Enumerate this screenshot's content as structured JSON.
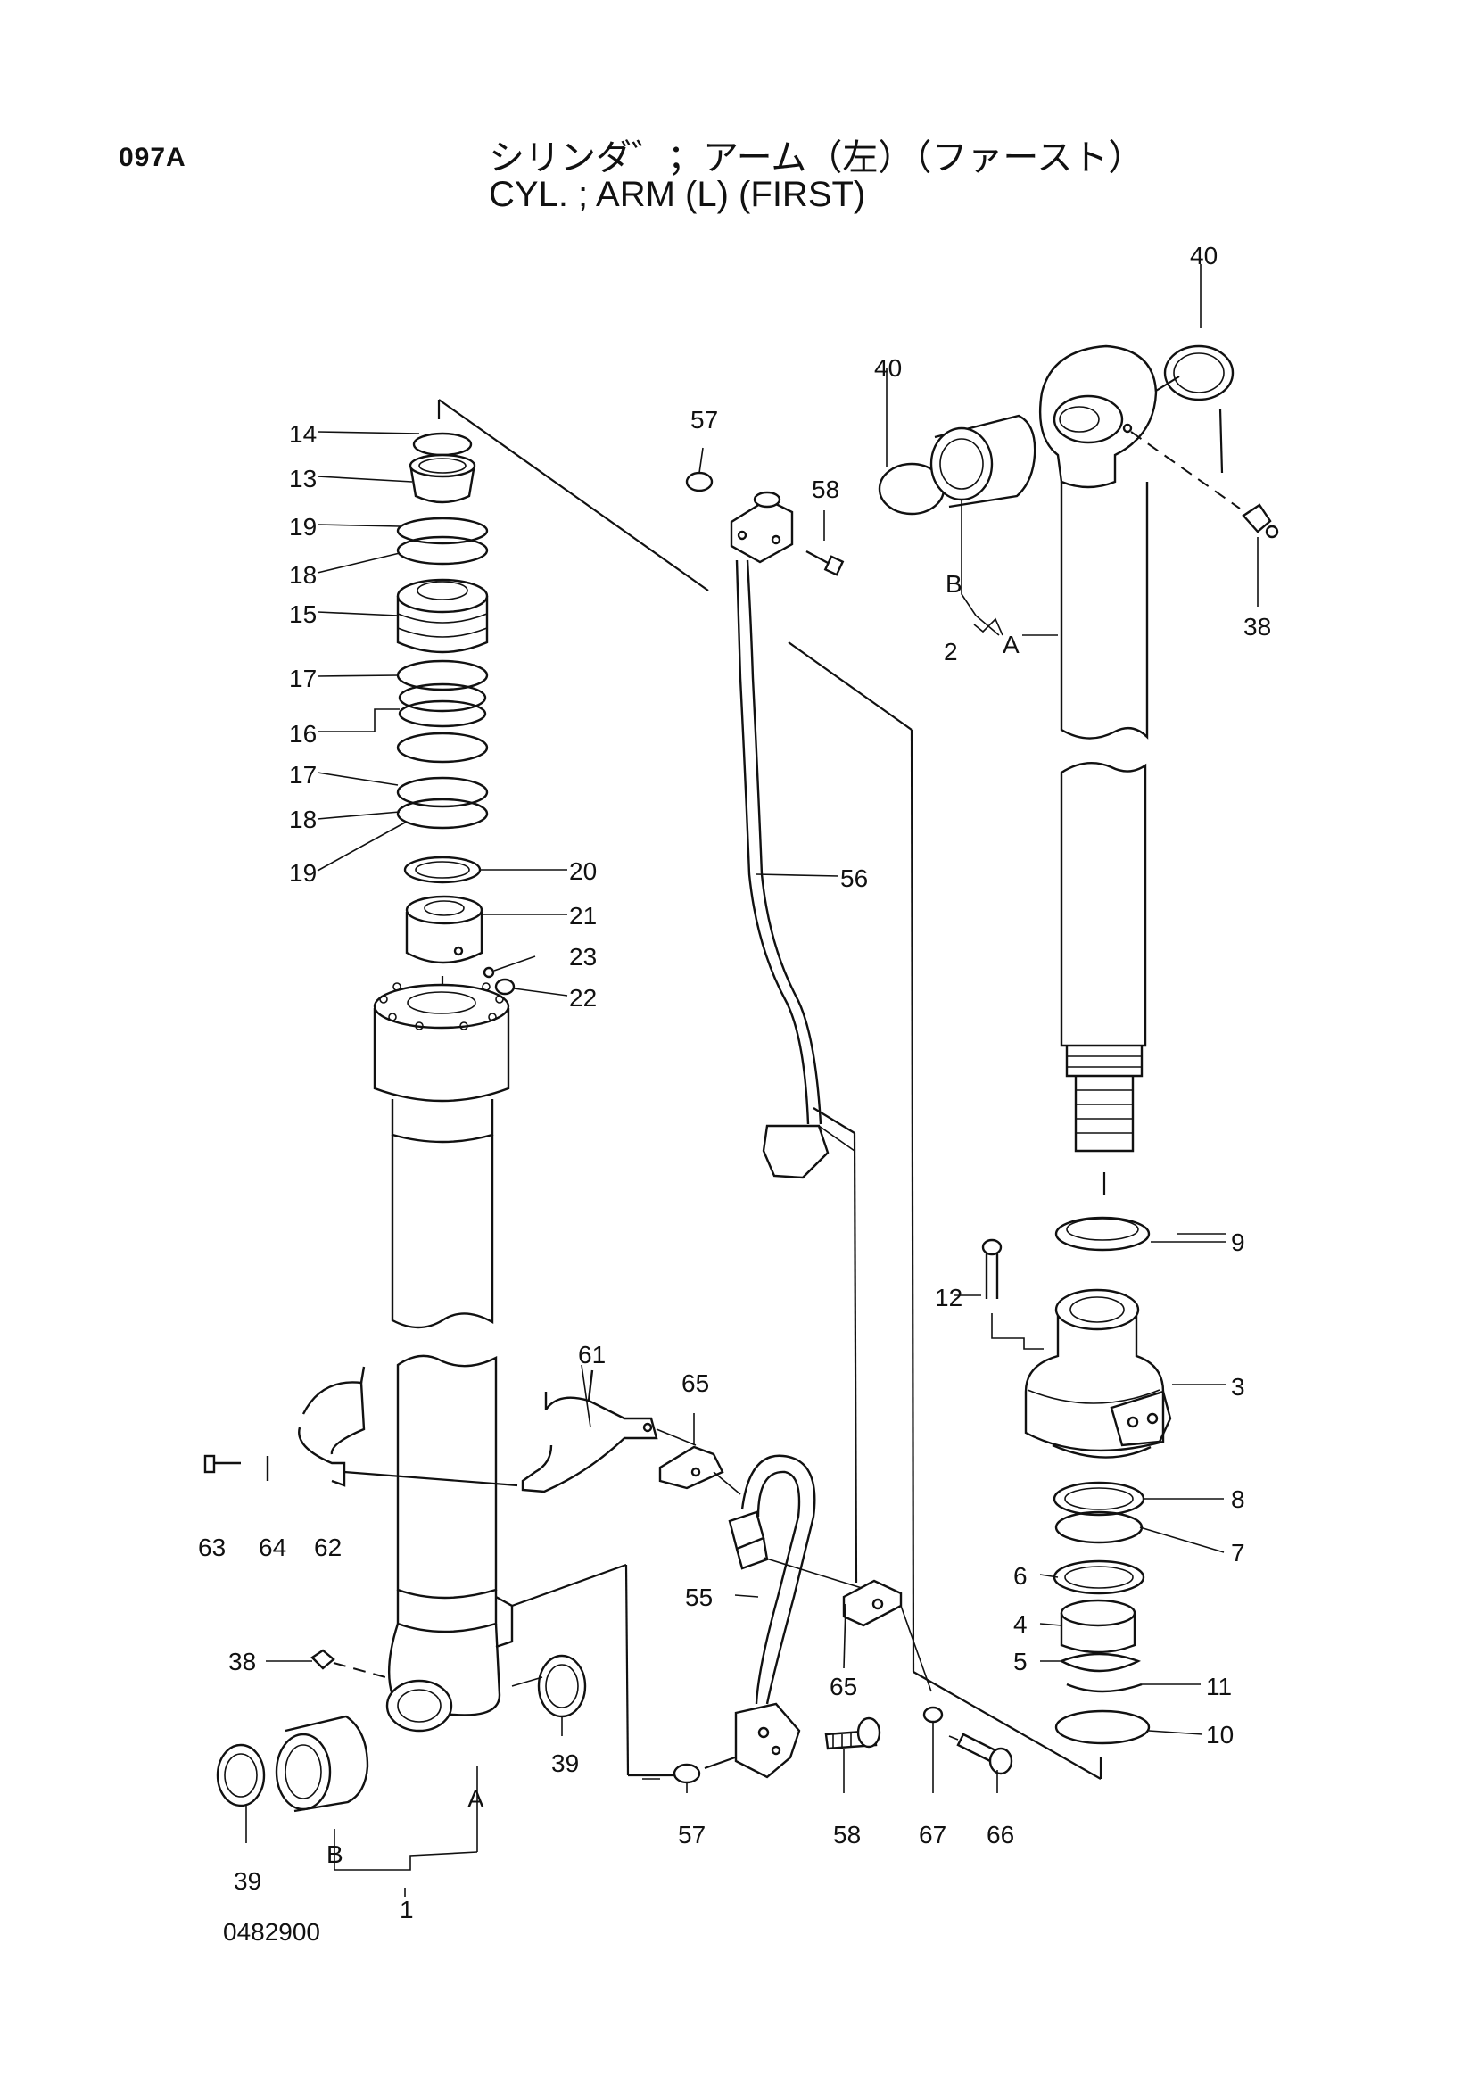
{
  "header": {
    "code": "097A",
    "title_jp": "シリンダ゛；アーム（左）（ファースト）",
    "title_en": "CYL. ; ARM (L) (FIRST)"
  },
  "footer": {
    "doc_number": "0482900"
  },
  "callouts": {
    "c14": "14",
    "c13": "13",
    "c19a": "19",
    "c18a": "18",
    "c15": "15",
    "c17a": "17",
    "c16": "16",
    "c17b": "17",
    "c18b": "18",
    "c19b": "19",
    "c20": "20",
    "c21": "21",
    "c23": "23",
    "c22": "22",
    "c57a": "57",
    "c58a": "58",
    "c56": "56",
    "c40a": "40",
    "c40b": "40",
    "c38a": "38",
    "c2": "2",
    "ca1": "A",
    "cb1": "B",
    "c9": "9",
    "c12": "12",
    "c3": "3",
    "c8": "8",
    "c7": "7",
    "c6": "6",
    "c4": "4",
    "c5": "5",
    "c11": "11",
    "c10": "10",
    "c61": "61",
    "c65a": "65",
    "c65b": "65",
    "c63": "63",
    "c64": "64",
    "c62": "62",
    "c55": "55",
    "c38b": "38",
    "c39a": "39",
    "c39b": "39",
    "c57b": "57",
    "c58b": "58",
    "c67": "67",
    "c66": "66",
    "ca2": "A",
    "cb2": "B",
    "c1": "1"
  }
}
